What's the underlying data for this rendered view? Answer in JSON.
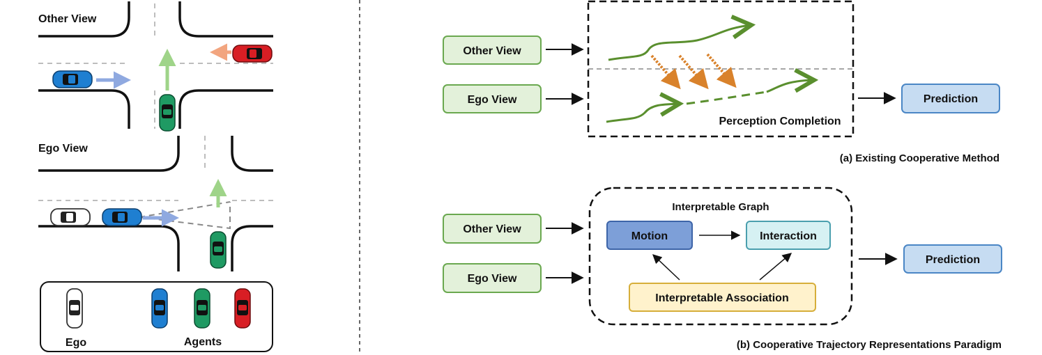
{
  "left_panel": {
    "other_view_label": "Other View",
    "ego_view_label": "Ego View",
    "legend": {
      "ego_label": "Ego",
      "agents_label": "Agents"
    },
    "colors": {
      "ego_car": "#ffffff",
      "blue_agent": "#1f7fd1",
      "green_agent": "#1f9a63",
      "red_agent": "#d81e24",
      "blue_arrow": "#8fa9e0",
      "green_arrow": "#9fd489",
      "orange_arrow": "#f2a57f"
    }
  },
  "panel_a": {
    "other_view_label": "Other View",
    "ego_view_label": "Ego View",
    "perception_label": "Perception Completion",
    "prediction_label": "Prediction",
    "caption": "(a) Existing Cooperative Method"
  },
  "panel_b": {
    "other_view_label": "Other View",
    "ego_view_label": "Ego View",
    "graph_title": "Interpretable Graph",
    "motion_label": "Motion",
    "interaction_label": "Interaction",
    "association_label": "Interpretable Association",
    "prediction_label": "Prediction",
    "caption": "(b) Cooperative Trajectory Representations Paradigm"
  },
  "colors": {
    "view_box_fill": "#e3f1da",
    "view_box_stroke": "#6aa84f",
    "prediction_fill": "#c6dcf2",
    "prediction_stroke": "#4a86c5",
    "motion_fill": "#7d9fd8",
    "motion_stroke": "#3d64a8",
    "interaction_fill": "#d6f1f3",
    "interaction_stroke": "#4a9fae",
    "association_fill": "#fff2cc",
    "association_stroke": "#d6ae3a",
    "trajectory": "#5a8f2e",
    "dashed_orange": "#d9822b"
  }
}
